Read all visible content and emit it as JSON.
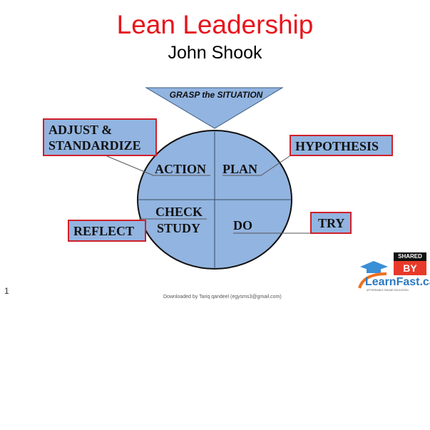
{
  "title": "Lean Leadership",
  "subtitle": "John Shook",
  "diagram": {
    "top": "GRASP the SITUATION",
    "quadrants": {
      "top_left": "ACTION",
      "top_right": "PLAN",
      "bottom_left_1": "CHECK",
      "bottom_left_2": "STUDY",
      "bottom_right": "DO"
    },
    "callouts": {
      "adjust_1": "ADJUST &",
      "adjust_2": "STANDARDIZE",
      "hypothesis": "HYPOTHESIS",
      "reflect": "REFLECT",
      "try": "TRY"
    },
    "colors": {
      "fill": "#92b4e0",
      "border": "#d0202a",
      "title": "#e8141c"
    }
  },
  "page_number": "1",
  "footer": "Downloaded by Tariq qandeel (egysms3@gmail.com)",
  "logo": {
    "badge_top": "SHARED",
    "badge_bottom": "BY",
    "brand": "LearnFast.ca",
    "tagline": "AFFORDABLE ONLINE EDUCATION"
  }
}
